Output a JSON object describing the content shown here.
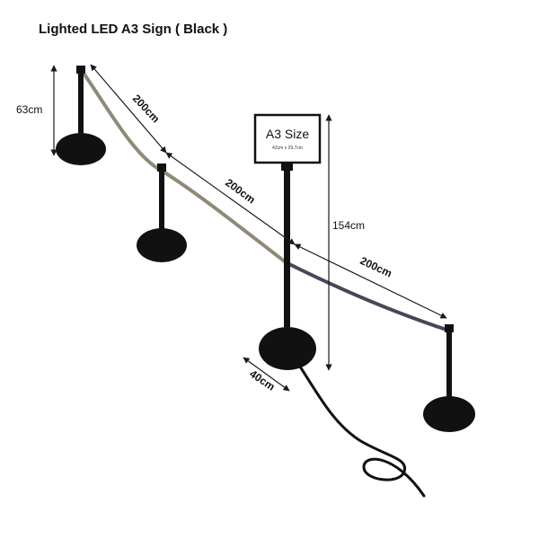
{
  "title": "Lighted LED A3 Sign ( Black )",
  "dimensions": {
    "post_height": "63cm",
    "rope_1": "200cm",
    "rope_2": "200cm",
    "rope_3": "200cm",
    "sign_height": "154cm",
    "base_diameter": "40cm"
  },
  "sign": {
    "label": "A3 Size",
    "size_text": "42cm x 29.7cm"
  },
  "colors": {
    "rope_beige": "#8f8a78",
    "rope_purple": "#4a4558",
    "post": "#111111",
    "dim_line": "#1a1a1a"
  }
}
